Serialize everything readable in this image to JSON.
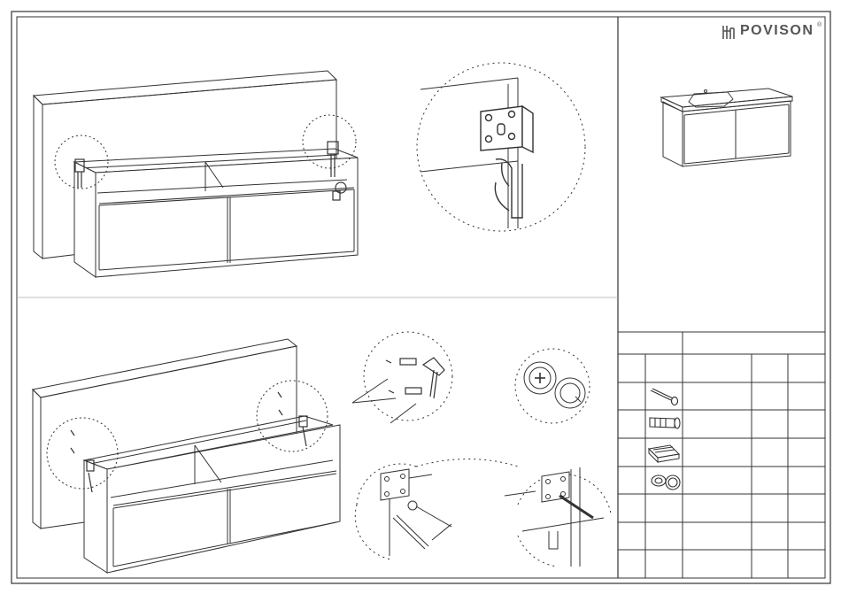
{
  "brand": {
    "name": "POVISON",
    "registered_mark": "®"
  },
  "colors": {
    "line": "#333333",
    "light_line": "#888888",
    "background": "#ffffff"
  },
  "steps": [
    {
      "id": "step-1",
      "description_visible": false
    },
    {
      "id": "step-2",
      "description_visible": false
    }
  ],
  "parts_table": {
    "header_cells": [
      "",
      ""
    ],
    "rows": [
      {
        "icon": "screw-icon"
      },
      {
        "icon": "wall-anchor-icon"
      },
      {
        "icon": "felt-pad-icon"
      },
      {
        "icon": "screw-cover-cap-icon"
      },
      {
        "icon": ""
      },
      {
        "icon": ""
      },
      {
        "icon": ""
      }
    ]
  }
}
